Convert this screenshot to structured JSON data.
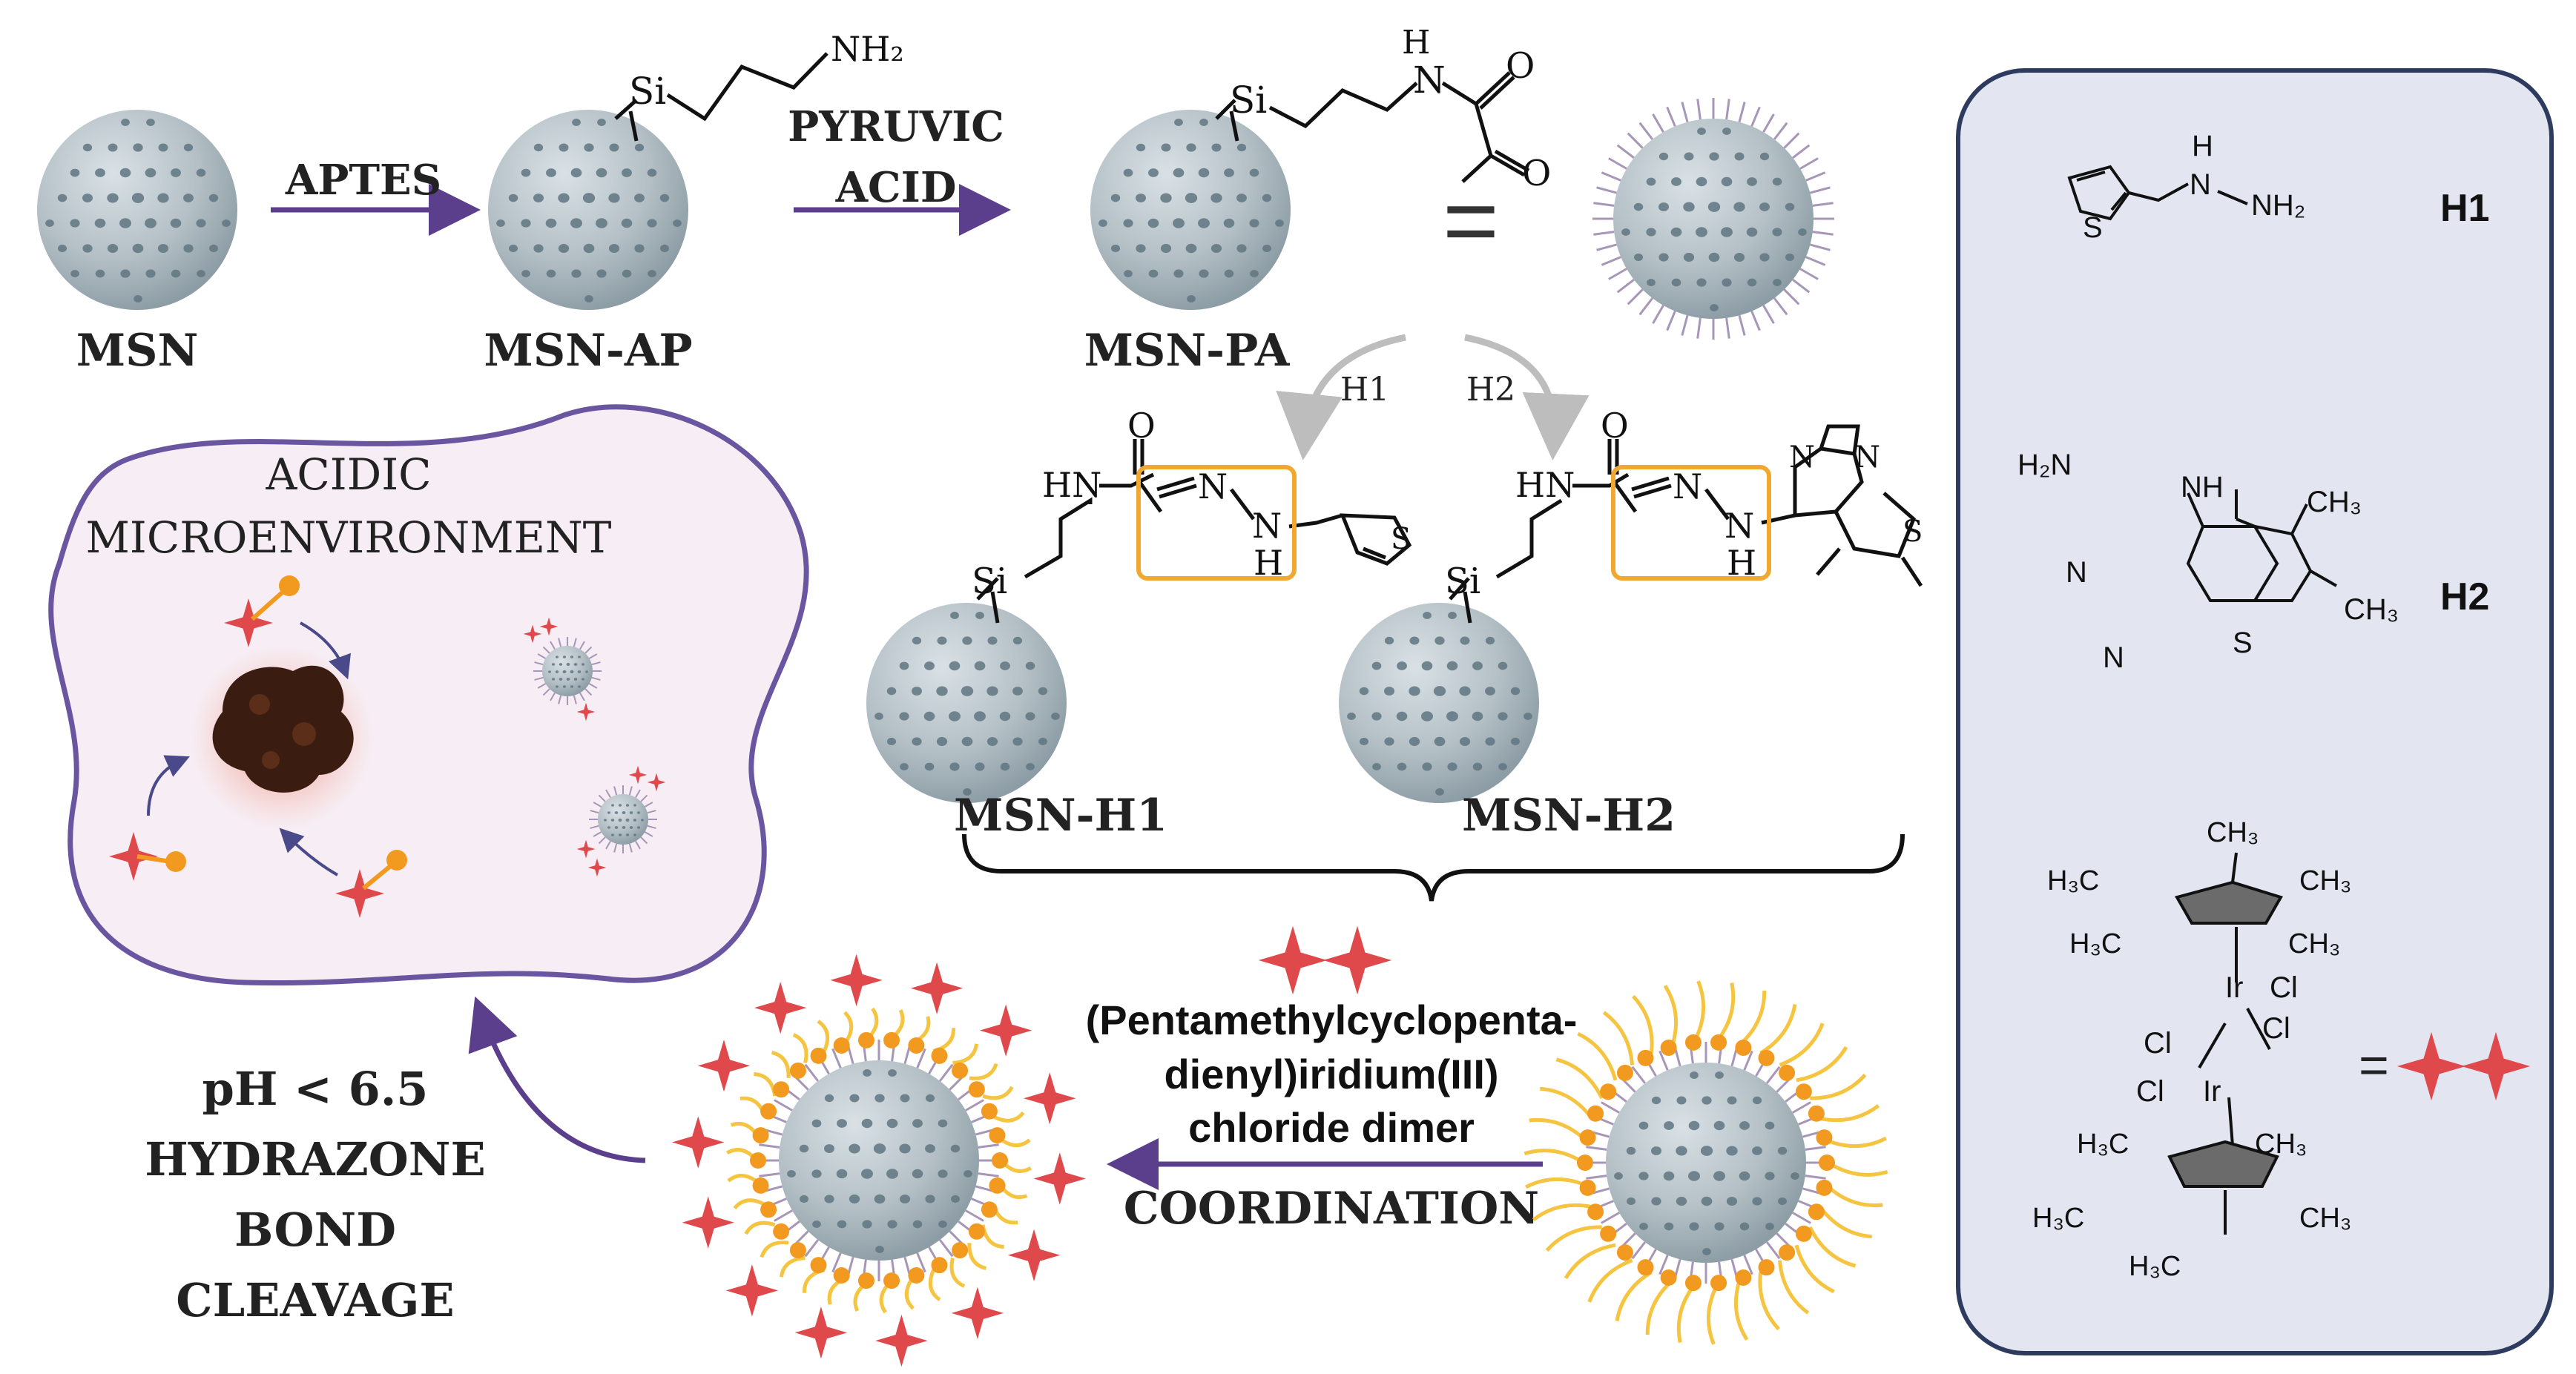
{
  "steps": {
    "msn": "MSN",
    "msn_ap": "MSN-AP",
    "msn_pa": "MSN-PA",
    "msn_h1": "MSN-H1",
    "msn_h2": "MSN-H2",
    "aptes": "APTES",
    "pyruvic_line1": "PYRUVIC",
    "pyruvic_line2": "ACID",
    "equals": "=",
    "h1_arrow": "H1",
    "h2_arrow": "H2"
  },
  "chem": {
    "nh2": "NH₂",
    "si": "Si",
    "h": "H",
    "n": "N",
    "o": "O",
    "s": "S",
    "hn": "HN"
  },
  "environment": {
    "title_line1": "ACIDIC",
    "title_line2": "MICROENVIRONMENT"
  },
  "release": {
    "line1": "pH < 6.5",
    "line2": "HYDRAZONE",
    "line3": "BOND",
    "line4": "CLEAVAGE"
  },
  "iridium": {
    "line1": "(Pentamethylcyclopenta-",
    "line2": "dienyl)iridium(III)",
    "line3": "chloride dimer",
    "coordination": "COORDINATION"
  },
  "legend": {
    "h1_label": "H1",
    "h2_label": "H2",
    "equals": "=",
    "nh": "NH",
    "nh2": "NH₂",
    "h": "H",
    "s": "S",
    "n": "N",
    "h2n": "H₂N",
    "ch3": "CH₃",
    "h3c": "H₃C",
    "ir": "Ir",
    "cl": "Cl"
  },
  "colors": {
    "arrow_purple": "#5b3f8c",
    "arrow_grey": "#bdbdbd",
    "sphere": "#b7c3c9",
    "pore": "#5f7681",
    "highlight_box": "#f0a830",
    "star_red": "#e0494c",
    "linker_orange": "#f29a1f",
    "linker_yellow": "#f5c542",
    "lilac": "#a796b8",
    "env_fill": "#f6eef4",
    "env_border": "#6a55a1",
    "panel_fill": "#e3e6f1",
    "panel_border": "#2d3c5e",
    "tumor": "#3a1d10",
    "tumor_glow": "#ef6f5f"
  }
}
